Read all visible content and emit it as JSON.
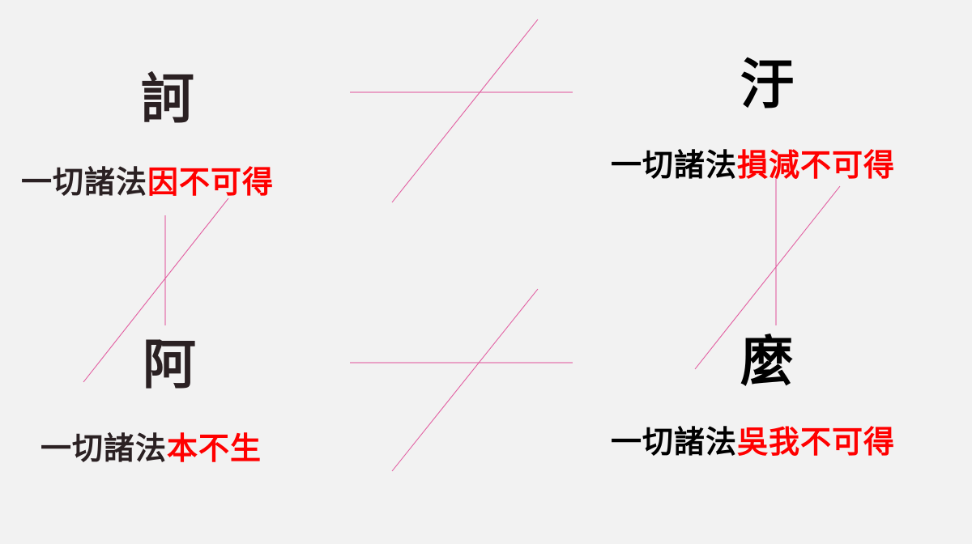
{
  "colors": {
    "background": "#f2f2f2",
    "ink": "#2b2123",
    "highlight": "#ff0000",
    "connector": "#e0529a"
  },
  "quadrants": {
    "ka": {
      "char": "訶",
      "prefix": "一切諸法",
      "highlight": "因不可得"
    },
    "u": {
      "char": "汙",
      "prefix": "一切諸法",
      "highlight": "損減不可得"
    },
    "a": {
      "char": "阿",
      "prefix": "一切諸法",
      "highlight": "本不生"
    },
    "ma": {
      "char": "麼",
      "prefix": "一切諸法",
      "highlight": "吳我不可得"
    }
  }
}
